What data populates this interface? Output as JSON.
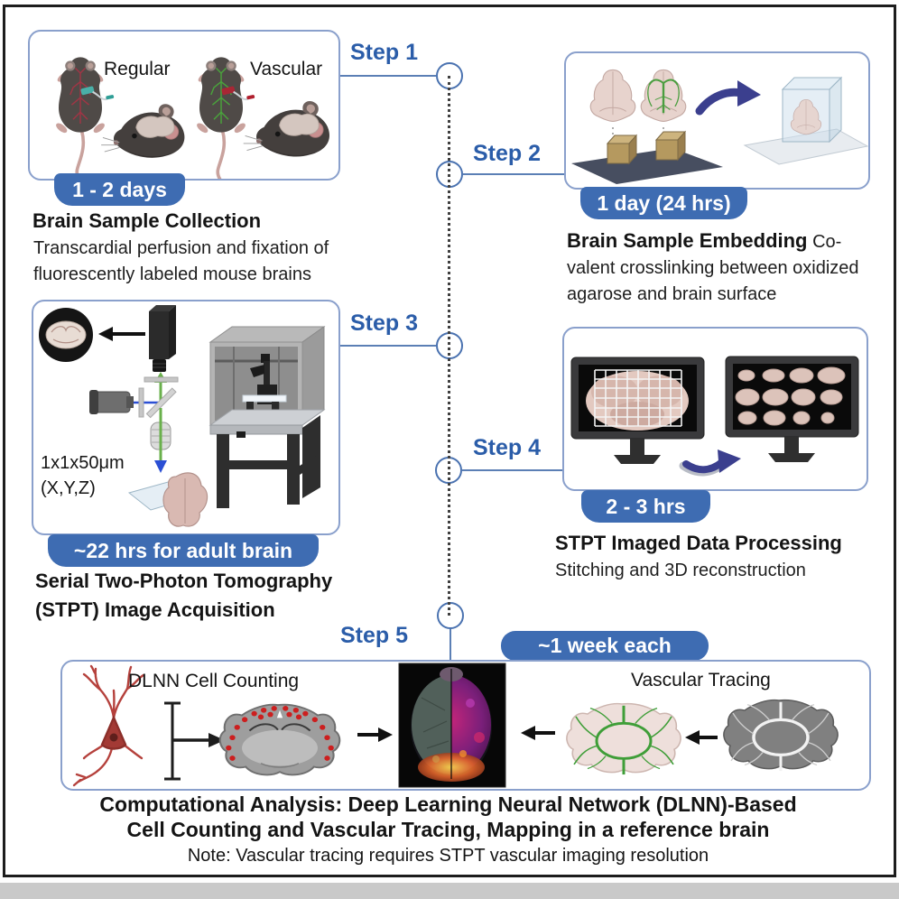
{
  "steps": [
    {
      "label": "Step 1",
      "badge": "1 - 2 days",
      "title": "Brain Sample Collection",
      "desc1": "Transcardial perfusion and fixation of",
      "desc2": "fluorescently labeled mouse brains",
      "mouse_regular_label": "Regular",
      "mouse_vascular_label": "Vascular"
    },
    {
      "label": "Step 2",
      "badge": "1 day (24 hrs)",
      "title": "Brain Sample Embedding",
      "title_suffix": "Co-",
      "desc1": "valent crosslinking between oxidized",
      "desc2": "agarose and brain surface"
    },
    {
      "label": "Step 3",
      "badge": "~22 hrs for adult brain",
      "title1": "Serial Two-Photon Tomography",
      "title2": "(STPT) Image Acquisition",
      "resolution1": "1x1x50μm",
      "resolution2": "(X,Y,Z)"
    },
    {
      "label": "Step 4",
      "badge": "2 - 3 hrs",
      "title": "STPT Imaged Data Processing",
      "desc1": "Stitching and 3D reconstruction"
    },
    {
      "label": "Step 5",
      "badge": "~1 week each",
      "left_panel_label": "DLNN Cell Counting",
      "right_panel_label": "Vascular Tracing"
    }
  ],
  "footer": {
    "line1": "Computational Analysis: Deep Learning Neural Network (DLNN)-Based",
    "line2": "Cell Counting and Vascular Tracing, Mapping in a reference brain",
    "note": "Note: Vascular tracing requires STPT vascular imaging resolution"
  },
  "colors": {
    "step_label": "#2b5da9",
    "badge_bg": "#3e6cb2",
    "box_border": "#8aa0cc",
    "connector": "#5b7fb5",
    "arrow_navy": "#3b3f8e",
    "neuron_red": "#b5413c",
    "vessel_green": "#4a9e3f",
    "vessel_red": "#a03545",
    "frame": "#1c1c1c"
  }
}
